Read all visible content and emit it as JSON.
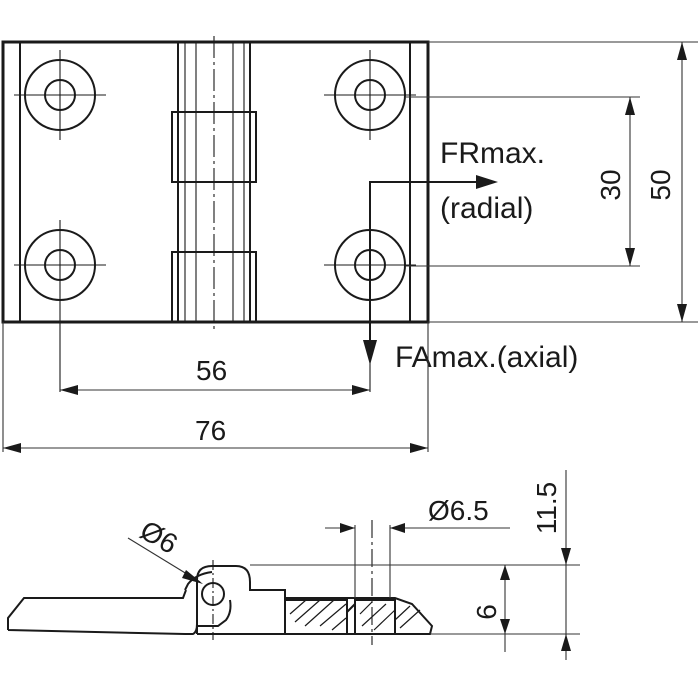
{
  "dimensions": {
    "width_56": "56",
    "width_76": "76",
    "height_30": "30",
    "height_50": "50",
    "pin_dia": "Ø6",
    "hole_dia": "Ø6.5",
    "thickness_6": "6",
    "height_11_5": "11.5"
  },
  "forces": {
    "radial_name": "FRmax.",
    "radial_desc": "(radial)",
    "axial_label": "FAmax.(axial)"
  },
  "colors": {
    "line": "#1a1a1a",
    "background": "#ffffff"
  }
}
